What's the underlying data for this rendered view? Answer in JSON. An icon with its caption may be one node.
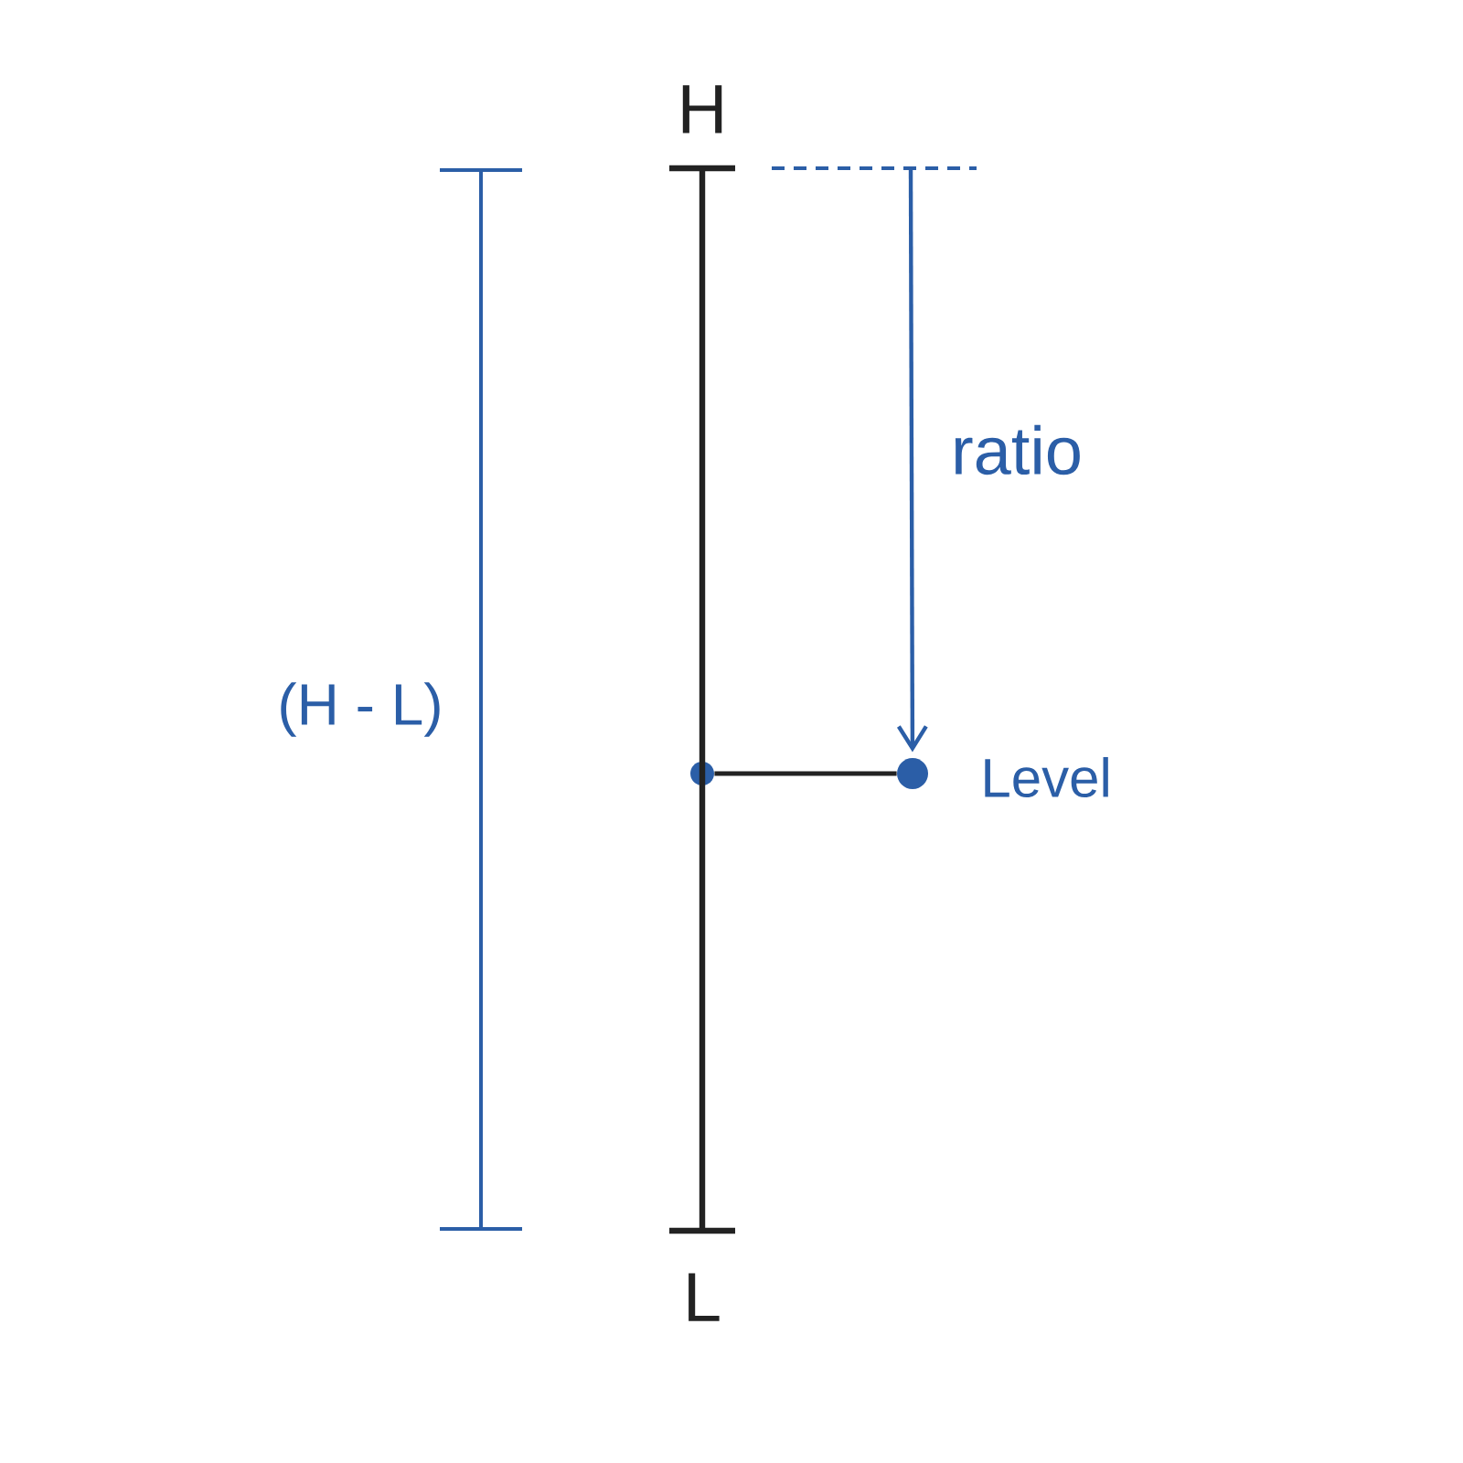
{
  "diagram": {
    "nodes": [
      {
        "text": [
          "H"
        ]
      },
      {
        "text": [
          "L"
        ]
      },
      {
        "text": [],
        "shape": "circle"
      },
      {
        "text": [],
        "shape": "circle",
        "beside": [
          "Level"
        ]
      }
    ],
    "edges": [
      {
        "from": 0,
        "to": 1,
        "arrow": "none"
      },
      {
        "from": 2,
        "to": 3,
        "arrow": "none"
      },
      {
        "from": null,
        "to": 3,
        "arrow": "to",
        "label": "ratio",
        "color": "#2b5ea7"
      }
    ],
    "labels": [
      "(H - L)"
    ]
  }
}
